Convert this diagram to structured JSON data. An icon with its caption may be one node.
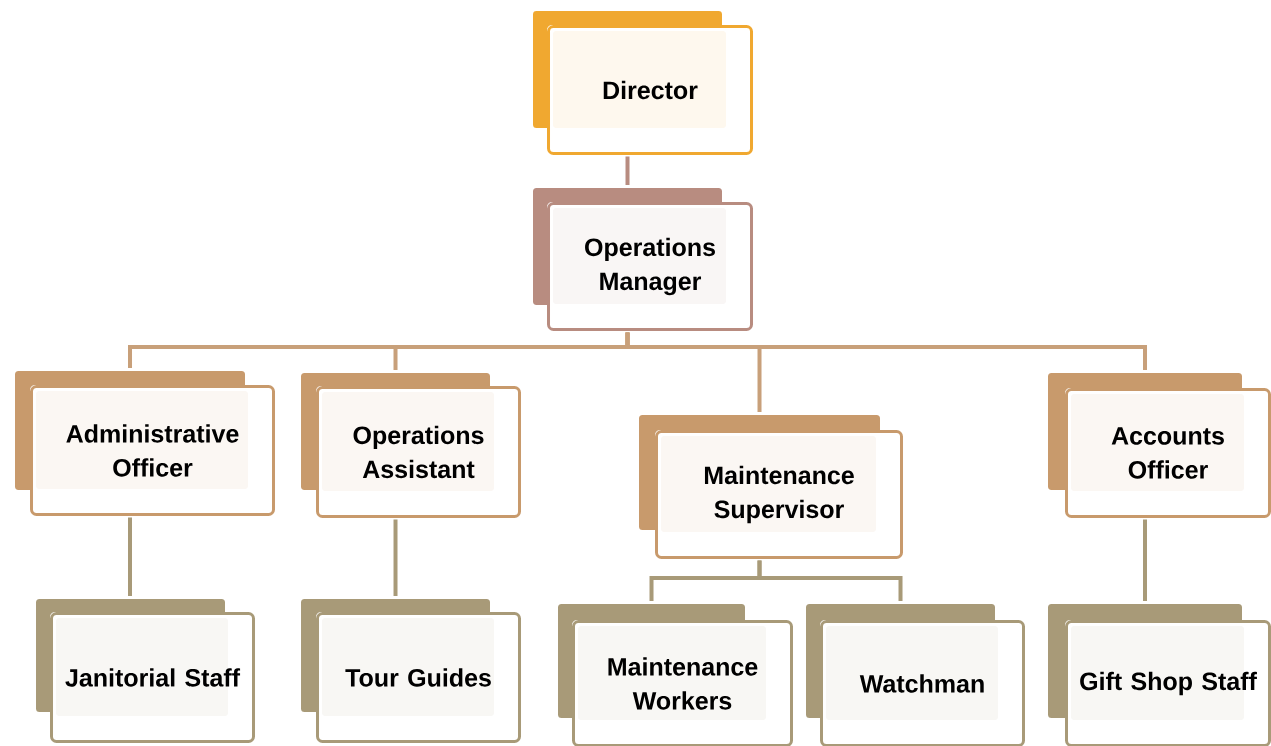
{
  "diagram": {
    "nodes": [
      {
        "text": [
          "Director"
        ]
      },
      {
        "text": [
          "Operations Manager"
        ]
      },
      {
        "text": [
          "Administrative Officer"
        ]
      },
      {
        "text": [
          "Operations Assistant"
        ]
      },
      {
        "text": [
          "Maintenance Supervisor"
        ]
      },
      {
        "text": [
          "Accounts Officer"
        ]
      },
      {
        "text": [
          "Janitorial Staff"
        ]
      },
      {
        "text": [
          "Tour Guides"
        ]
      },
      {
        "text": [
          "Maintenance Workers"
        ]
      },
      {
        "text": [
          "Watchman"
        ]
      },
      {
        "text": [
          "Gift Shop Staff"
        ]
      }
    ],
    "edges": [
      {
        "from": 0,
        "to": 1,
        "arrow": "none",
        "color": "#b88c80"
      },
      {
        "from": 1,
        "to": 2,
        "arrow": "none",
        "color": "#c8a07a"
      },
      {
        "from": 1,
        "to": 3,
        "arrow": "none",
        "color": "#c8a07a"
      },
      {
        "from": 1,
        "to": 4,
        "arrow": "none",
        "color": "#c8a07a"
      },
      {
        "from": 1,
        "to": 5,
        "arrow": "none",
        "color": "#c8a07a"
      },
      {
        "from": 2,
        "to": 6,
        "arrow": "none"
      },
      {
        "from": 3,
        "to": 7,
        "arrow": "none"
      },
      {
        "from": 4,
        "to": 8,
        "arrow": "none"
      },
      {
        "from": 4,
        "to": 9,
        "arrow": "none"
      },
      {
        "from": 5,
        "to": 10,
        "arrow": "none"
      }
    ]
  }
}
